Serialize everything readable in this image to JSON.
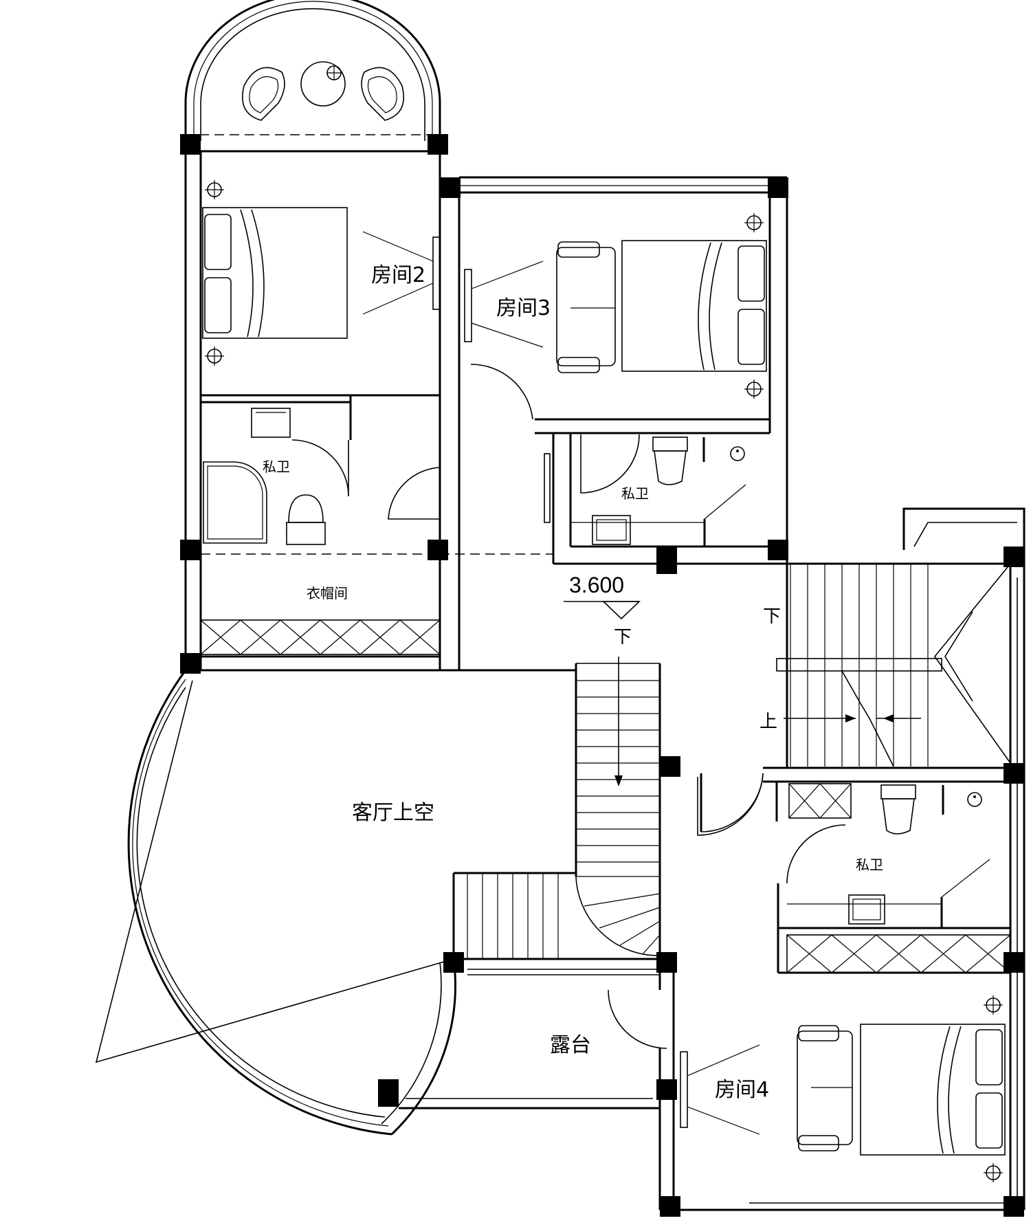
{
  "rooms": {
    "room2": "房间2",
    "room3": "房间3",
    "room4": "房间4",
    "bath_left": "私卫",
    "bath_mid": "私卫",
    "bath_right": "私卫",
    "wardrobe": "衣帽间",
    "void": "客厅上空",
    "terrace": "露台"
  },
  "stairs": {
    "elevation": "3.600",
    "down_main": "下",
    "down_right": "下",
    "up_right": "上"
  }
}
